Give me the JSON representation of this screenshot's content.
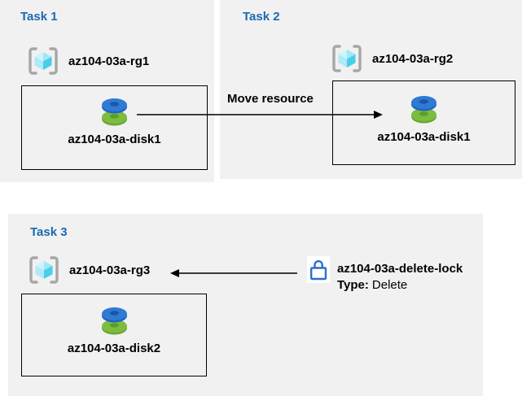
{
  "tasks": [
    {
      "label": "Task 1",
      "rg_name": "az104-03a-rg1",
      "disk_name": "az104-03a-disk1"
    },
    {
      "label": "Task 2",
      "rg_name": "az104-03a-rg2",
      "disk_name": "az104-03a-disk1"
    },
    {
      "label": "Task 3",
      "rg_name": "az104-03a-rg3",
      "disk_name": "az104-03a-disk2"
    }
  ],
  "move_arrow": {
    "label": "Move resource"
  },
  "lock": {
    "name": "az104-03a-delete-lock",
    "type_label": "Type:",
    "type_value": "Delete"
  },
  "colors": {
    "panel_bg": "#f1f1f1",
    "task_title_blue": "#1c69b3",
    "text_black": "#000000",
    "arrow_black": "#000000",
    "lock_blue": "#2a6fd2",
    "disk_blue": "#2f7ad3",
    "disk_blue_dark": "#1c55ae",
    "disk_green": "#7cbd3f",
    "disk_green_dark": "#5c9e2b",
    "cube_cyan_light": "#cdf3fb",
    "cube_cyan_mid": "#9fe8f6",
    "cube_cyan_left": "#aeeaf7",
    "cube_cyan_dark": "#49cdeb",
    "bracket_gray": "#a6a6a6"
  },
  "icon_names": {
    "resource_group": "resource-group-icon",
    "disk": "managed-disk-icon",
    "lock": "lock-icon"
  }
}
